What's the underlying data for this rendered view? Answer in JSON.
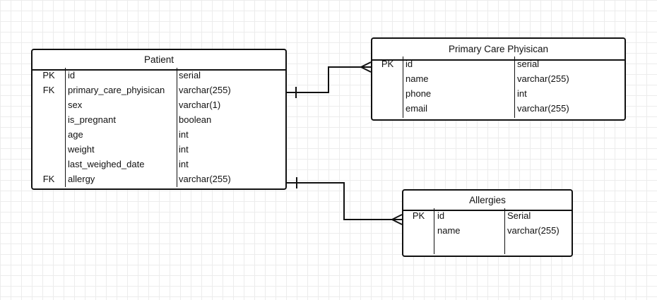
{
  "tables": {
    "patient": {
      "title": "Patient",
      "rows": [
        {
          "key": "PK",
          "name": "id",
          "type": "serial"
        },
        {
          "key": "FK",
          "name": "primary_care_phyisican",
          "type": "varchar(255)"
        },
        {
          "key": "",
          "name": "sex",
          "type": "varchar(1)"
        },
        {
          "key": "",
          "name": "is_pregnant",
          "type": "boolean"
        },
        {
          "key": "",
          "name": "age",
          "type": "int"
        },
        {
          "key": "",
          "name": "weight",
          "type": "int"
        },
        {
          "key": "",
          "name": "last_weighed_date",
          "type": "int"
        },
        {
          "key": "FK",
          "name": "allergy",
          "type": "varchar(255)"
        }
      ]
    },
    "pcp": {
      "title": "Primary Care Phyisican",
      "rows": [
        {
          "key": "PK",
          "name": "id",
          "type": "serial"
        },
        {
          "key": "",
          "name": "name",
          "type": "varchar(255)"
        },
        {
          "key": "",
          "name": "phone",
          "type": "int"
        },
        {
          "key": "",
          "name": "email",
          "type": "varchar(255)"
        }
      ]
    },
    "allergies": {
      "title": "Allergies",
      "rows": [
        {
          "key": "PK",
          "name": "id",
          "type": "Serial"
        },
        {
          "key": "",
          "name": "name",
          "type": "varchar(255)"
        }
      ]
    }
  },
  "relationships": [
    {
      "from": "patient.primary_care_phyisican",
      "to": "pcp.id",
      "from_end": "one",
      "to_end": "many"
    },
    {
      "from": "patient.allergy",
      "to": "allergies.id",
      "from_end": "one",
      "to_end": "many"
    }
  ]
}
